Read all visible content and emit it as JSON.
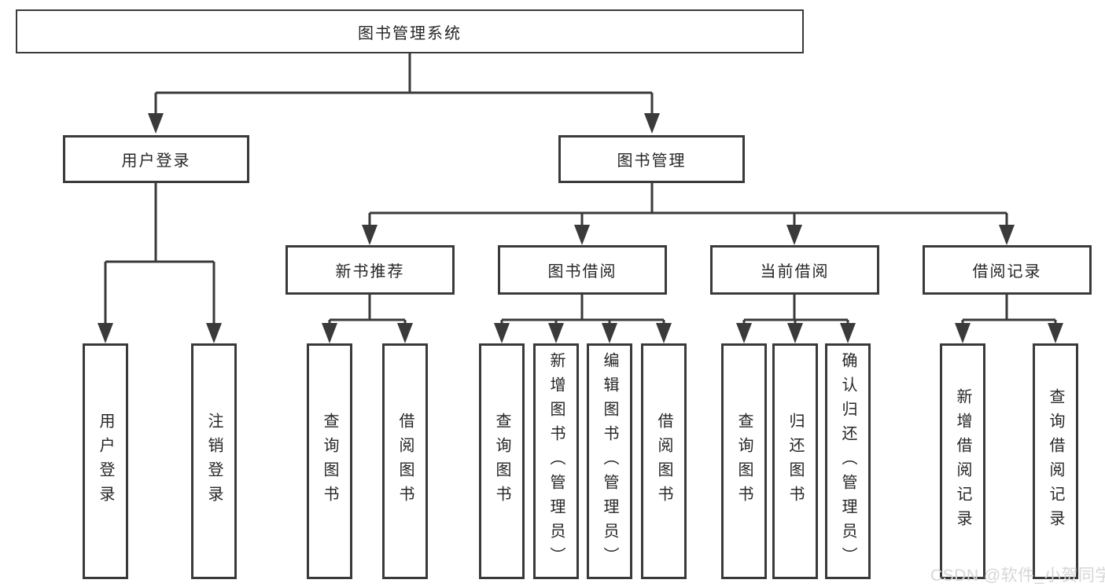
{
  "diagram": {
    "nodes": {
      "root": {
        "label": "图书管理系统"
      },
      "user_login": {
        "label": "用户登录"
      },
      "book_mgmt": {
        "label": "图书管理"
      },
      "new_book_rec": {
        "label": "新书推荐"
      },
      "book_borrow": {
        "label": "图书借阅"
      },
      "current_borrow": {
        "label": "当前借阅"
      },
      "borrow_records": {
        "label": "借阅记录"
      },
      "leaf_user_login": {
        "label": "用户登录"
      },
      "leaf_logout": {
        "label": "注销登录"
      },
      "rec_query_books": {
        "label": "查询图书"
      },
      "rec_borrow_books": {
        "label": "借阅图书"
      },
      "bb_query_books": {
        "label": "查询图书"
      },
      "bb_add_books": {
        "label": "新增图书（管理员）"
      },
      "bb_edit_books": {
        "label": "编辑图书（管理员）"
      },
      "bb_borrow_books": {
        "label": "借阅图书"
      },
      "cb_query_books": {
        "label": "查询图书"
      },
      "cb_return_books": {
        "label": "归还图书"
      },
      "cb_confirm_return": {
        "label": "确认归还（管理员）"
      },
      "br_add_record": {
        "label": "新增借阅记录"
      },
      "br_query_record": {
        "label": "查询借阅记录"
      }
    }
  },
  "watermark": {
    "text": "CSDN @软件_小贺同学"
  },
  "colors": {
    "line": "#3a3a3a",
    "text": "#262626",
    "background": "#ffffff",
    "watermark": "#d6d6d6"
  }
}
